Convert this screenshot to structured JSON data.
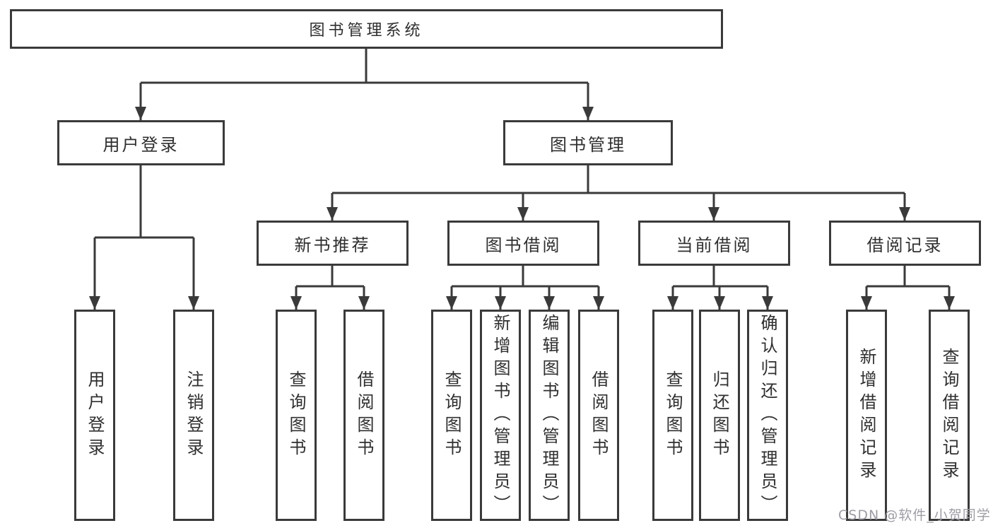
{
  "diagram": {
    "type": "hierarchy-tree",
    "colors": {
      "line": "#3a3a3a",
      "box_border": "#3a3a3a",
      "box_fill": "#ffffff",
      "text": "#2f2f2f",
      "background": "#ffffff",
      "watermark_text": "#9d9da5"
    },
    "nodes": {
      "root": "图书管理系统",
      "l2_user": "用户登录",
      "l2_book": "图书管理",
      "l3_recommend": "新书推荐",
      "l3_borrow": "图书借阅",
      "l3_current": "当前借阅",
      "l3_record": "借阅记录",
      "l4_user_login": "用户登录",
      "l4_logout": "注销登录",
      "l4_rec_query": "查询图书",
      "l4_rec_borrow": "借阅图书",
      "l4_bor_query": "查询图书",
      "l4_bor_add": "新增图书（管理员）",
      "l4_bor_edit": "编辑图书（管理员）",
      "l4_bor_borrow": "借阅图书",
      "l4_cur_query": "查询图书",
      "l4_cur_return": "归还图书",
      "l4_cur_confirm": "确认归还（管理员）",
      "l4_rd_add": "新增借阅记录",
      "l4_rd_query": "查询借阅记录"
    },
    "edges": [
      [
        "root",
        "l2_user"
      ],
      [
        "root",
        "l2_book"
      ],
      [
        "l2_user",
        "l4_user_login"
      ],
      [
        "l2_user",
        "l4_logout"
      ],
      [
        "l2_book",
        "l3_recommend"
      ],
      [
        "l2_book",
        "l3_borrow"
      ],
      [
        "l2_book",
        "l3_current"
      ],
      [
        "l2_book",
        "l3_record"
      ],
      [
        "l3_recommend",
        "l4_rec_query"
      ],
      [
        "l3_recommend",
        "l4_rec_borrow"
      ],
      [
        "l3_borrow",
        "l4_bor_query"
      ],
      [
        "l3_borrow",
        "l4_bor_add"
      ],
      [
        "l3_borrow",
        "l4_bor_edit"
      ],
      [
        "l3_borrow",
        "l4_bor_borrow"
      ],
      [
        "l3_current",
        "l4_cur_query"
      ],
      [
        "l3_current",
        "l4_cur_return"
      ],
      [
        "l3_current",
        "l4_cur_confirm"
      ],
      [
        "l3_record",
        "l4_rd_add"
      ],
      [
        "l3_record",
        "l4_rd_query"
      ]
    ]
  },
  "watermark": {
    "text": "CSDN @软件_小贺同学"
  }
}
